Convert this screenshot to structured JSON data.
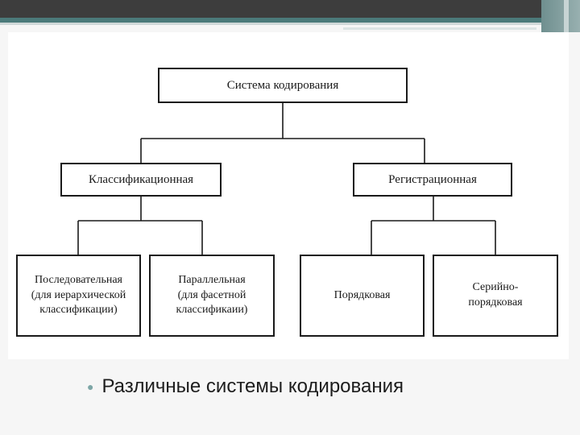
{
  "diagram": {
    "root": "Система кодирования",
    "level1": {
      "left": "Классификационная",
      "right": "Регистрационная"
    },
    "level2": [
      "Последовательная\n(для иерархической\nклассификации)",
      "Параллельная\n(для фасетной\nклассификаии)",
      "Порядковая",
      "Серийно-\nпорядковая"
    ]
  },
  "bullet": {
    "text": "Различные системы кодирования"
  },
  "colors": {
    "header_bar": "#3d3d3d",
    "accent": "#4b7a7a",
    "bullet": "#7da6a6"
  }
}
